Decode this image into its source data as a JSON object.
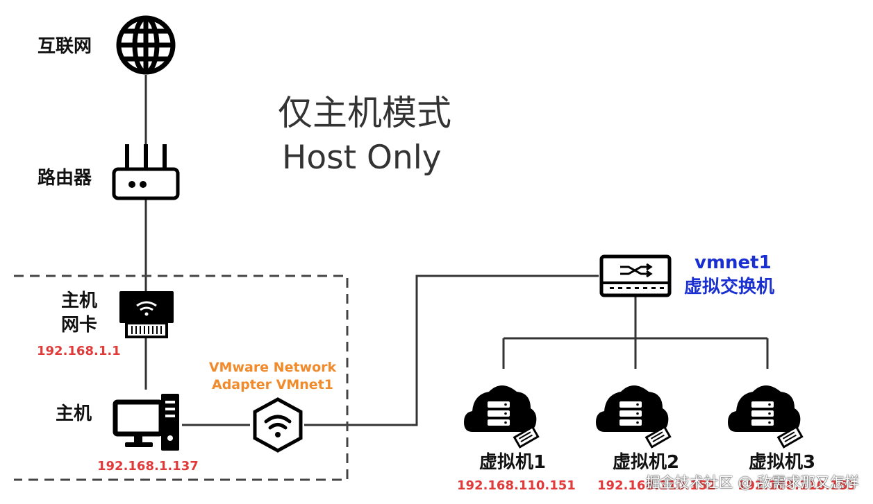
{
  "title": {
    "zh": "仅主机模式",
    "en": "Host Only"
  },
  "nodes": {
    "internet": {
      "label": "互联网"
    },
    "router": {
      "label": "路由器"
    },
    "nic": {
      "label_line1": "主机",
      "label_line2": "网卡",
      "ip": "192.168.1.1"
    },
    "host": {
      "label": "主机",
      "ip": "192.168.1.137"
    },
    "adapter": {
      "label_line1": "VMware Network",
      "label_line2": "Adapter VMnet1"
    },
    "switch": {
      "label_line1": "vmnet1",
      "label_line2": "虚拟交换机"
    },
    "vms": [
      {
        "label": "虚拟机1",
        "ip": "192.168.110.151"
      },
      {
        "label": "虚拟机2",
        "ip": "192.168.110.152"
      },
      {
        "label": "虚拟机3",
        "ip": "192.168.110.153"
      }
    ]
  },
  "watermark": "掘金技术社区 @ 敌需求那又怎样",
  "colors": {
    "ip": "#e03a3a",
    "adapter_label": "#f08a2a",
    "switch_label": "#1a2fd0",
    "lines": "#333333",
    "icons": "#000000"
  }
}
